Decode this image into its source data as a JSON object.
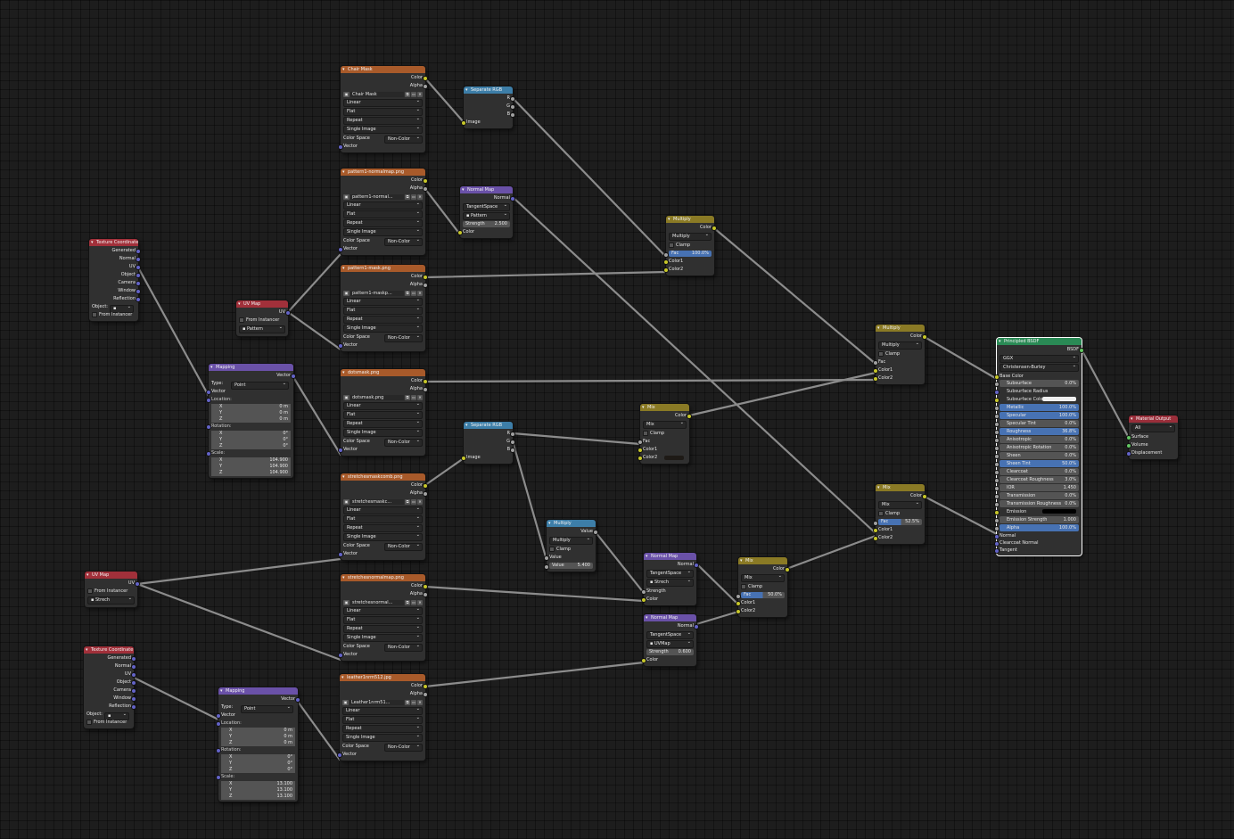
{
  "colors": {
    "input_header": "#a1303a",
    "texture_header": "#a85a2a",
    "vector_header": "#6a51a8",
    "converter_header": "#3d7ea8",
    "color_header": "#8a7a25",
    "shader_header": "#2a8a55",
    "output_header": "#9a2e3a",
    "link": "#8c8c8c"
  },
  "nodes": {
    "chair_mask": {
      "title": "Chair Mask",
      "out_color": "Color",
      "out_alpha": "Alpha",
      "image": "Chair Mask",
      "interp": "Linear",
      "proj": "Flat",
      "ext": "Repeat",
      "source": "Single Image",
      "cs_label": "Color Space",
      "cs_value": "Non-Color",
      "in_vector": "Vector"
    },
    "pattern_normal": {
      "title": "pattern1-normalmap.png",
      "out_color": "Color",
      "out_alpha": "Alpha",
      "image": "pattern1-normal...",
      "interp": "Linear",
      "proj": "Flat",
      "ext": "Repeat",
      "source": "Single Image",
      "cs_label": "Color Space",
      "cs_value": "Non-Color",
      "in_vector": "Vector"
    },
    "pattern_mask": {
      "title": "pattern1-mask.png",
      "out_color": "Color",
      "out_alpha": "Alpha",
      "image": "pattern1-maskp...",
      "interp": "Linear",
      "proj": "Flat",
      "ext": "Repeat",
      "source": "Single Image",
      "cs_label": "Color Space",
      "cs_value": "Non-Color",
      "in_vector": "Vector"
    },
    "dots_mask": {
      "title": "dotsmask.png",
      "out_color": "Color",
      "out_alpha": "Alpha",
      "image": "dotsmask.png",
      "interp": "Linear",
      "proj": "Flat",
      "ext": "Repeat",
      "source": "Single Image",
      "cs_label": "Color Space",
      "cs_value": "Non-Color",
      "in_vector": "Vector"
    },
    "stretches_mask": {
      "title": "stretchesmaskcomb.png",
      "out_color": "Color",
      "out_alpha": "Alpha",
      "image": "stretchesmaskc...",
      "interp": "Linear",
      "proj": "Flat",
      "ext": "Repeat",
      "source": "Single Image",
      "cs_label": "Color Space",
      "cs_value": "Non-Color",
      "in_vector": "Vector"
    },
    "stretches_normal": {
      "title": "stretchesnormalmap.png",
      "out_color": "Color",
      "out_alpha": "Alpha",
      "image": "stretchesnormal...",
      "interp": "Linear",
      "proj": "Flat",
      "ext": "Repeat",
      "source": "Single Image",
      "cs_label": "Color Space",
      "cs_value": "Non-Color",
      "in_vector": "Vector"
    },
    "leather": {
      "title": "leather1nrm512.jpg",
      "out_color": "Color",
      "out_alpha": "Alpha",
      "image": "Leather1nrm51...",
      "interp": "Linear",
      "proj": "Flat",
      "ext": "Repeat",
      "source": "Single Image",
      "cs_label": "Color Space",
      "cs_value": "Non-Color",
      "in_vector": "Vector"
    },
    "sep_rgb_1": {
      "title": "Separate RGB",
      "r": "R",
      "g": "G",
      "b": "B",
      "image": "Image"
    },
    "sep_rgb_2": {
      "title": "Separate RGB",
      "r": "R",
      "g": "G",
      "b": "B",
      "image": "Image"
    },
    "normal_map_1": {
      "title": "Normal Map",
      "out": "Normal",
      "space": "TangentSpace",
      "uv": "Pattern",
      "strength_label": "Strength",
      "strength": "2.500",
      "in_color": "Color"
    },
    "normal_map_2": {
      "title": "Normal Map",
      "out": "Normal",
      "space": "TangentSpace",
      "uv": "Strech",
      "strength_label": "Strength",
      "in_color": "Color"
    },
    "normal_map_3": {
      "title": "Normal Map",
      "out": "Normal",
      "space": "TangentSpace",
      "uv": "UVMap",
      "strength_label": "Strength",
      "strength": "0.600",
      "in_color": "Color"
    },
    "tex_coord_1": {
      "title": "Texture Coordinate",
      "outs": [
        "Generated",
        "Normal",
        "UV",
        "Object",
        "Camera",
        "Window",
        "Reflection"
      ],
      "object_label": "Object:",
      "from_instancer": "From Instancer"
    },
    "tex_coord_2": {
      "title": "Texture Coordinate",
      "outs": [
        "Generated",
        "Normal",
        "UV",
        "Object",
        "Camera",
        "Window",
        "Reflection"
      ],
      "object_label": "Object:",
      "from_instancer": "From Instancer"
    },
    "uv_map_1": {
      "title": "UV Map",
      "out": "UV",
      "from_instancer": "From Instancer",
      "uv": "Pattern"
    },
    "uv_map_2": {
      "title": "UV Map",
      "out": "UV",
      "from_instancer": "From Instancer",
      "uv": "Strech"
    },
    "mapping_1": {
      "title": "Mapping",
      "out": "Vector",
      "type_label": "Type:",
      "type": "Point",
      "in_vector": "Vector",
      "location": "Location:",
      "rotation": "Rotation:",
      "scale": "Scale:",
      "loc": [
        "0 m",
        "0 m",
        "0 m"
      ],
      "rot": [
        "0°",
        "0°",
        "0°"
      ],
      "scl": [
        "104.900",
        "104.900",
        "104.900"
      ],
      "axes": [
        "X",
        "Y",
        "Z"
      ]
    },
    "mapping_2": {
      "title": "Mapping",
      "out": "Vector",
      "type_label": "Type:",
      "type": "Point",
      "in_vector": "Vector",
      "location": "Location:",
      "rotation": "Rotation:",
      "scale": "Scale:",
      "loc": [
        "0 m",
        "0 m",
        "0 m"
      ],
      "rot": [
        "0°",
        "0°",
        "0°"
      ],
      "scl": [
        "13.100",
        "13.100",
        "13.100"
      ],
      "axes": [
        "X",
        "Y",
        "Z"
      ]
    },
    "multiply_1": {
      "title": "Multiply",
      "out": "Color",
      "mode": "Multiply",
      "clamp": "Clamp",
      "fac": "Fac",
      "fac_value": "100.0%",
      "c1": "Color1",
      "c2": "Color2"
    },
    "multiply_2": {
      "title": "Multiply",
      "out": "Color",
      "mode": "Multiply",
      "clamp": "Clamp",
      "fac": "Fac",
      "c1": "Color1",
      "c2": "Color2"
    },
    "math_multiply": {
      "title": "Multiply",
      "out": "Value",
      "mode": "Multiply",
      "clamp": "Clamp",
      "in_value": "Value",
      "value_label": "Value",
      "value": "5.400"
    },
    "mix_1": {
      "title": "Mix",
      "out": "Color",
      "mode": "Mix",
      "clamp": "Clamp",
      "fac": "Fac",
      "c1": "Color1",
      "c2": "Color2"
    },
    "mix_2": {
      "title": "Mix",
      "out": "Color",
      "mode": "Mix",
      "clamp": "Clamp",
      "fac": "Fac",
      "fac_value": "52.5%",
      "c1": "Color1",
      "c2": "Color2"
    },
    "mix_3": {
      "title": "Mix",
      "out": "Color",
      "mode": "Mix",
      "clamp": "Clamp",
      "fac": "Fac",
      "fac_value": "50.0%",
      "c1": "Color1",
      "c2": "Color2"
    },
    "principled": {
      "title": "Principled BSDF",
      "out": "BSDF",
      "dist": "GGX",
      "sss_method": "Christensen-Burley",
      "base_color": "Base Color",
      "rows": [
        {
          "label": "Subsurface",
          "value": "0.0%"
        },
        {
          "label": "Subsurface Radius",
          "value": ""
        },
        {
          "label": "Subsurface Color",
          "value": ""
        },
        {
          "label": "Metallic",
          "value": "100.0%",
          "blue": true
        },
        {
          "label": "Specular",
          "value": "100.0%",
          "blue": true
        },
        {
          "label": "Specular Tint",
          "value": "0.0%"
        },
        {
          "label": "Roughness",
          "value": "36.8%",
          "blue": true
        },
        {
          "label": "Anisotropic",
          "value": "0.0%"
        },
        {
          "label": "Anisotropic Rotation",
          "value": "0.0%"
        },
        {
          "label": "Sheen",
          "value": "0.0%"
        },
        {
          "label": "Sheen Tint",
          "value": "50.0%",
          "blue": true
        },
        {
          "label": "Clearcoat",
          "value": "0.0%"
        },
        {
          "label": "Clearcoat Roughness",
          "value": "3.0%"
        },
        {
          "label": "IOR",
          "value": "1.450"
        },
        {
          "label": "Transmission",
          "value": "0.0%"
        },
        {
          "label": "Transmission Roughness",
          "value": "0.0%"
        },
        {
          "label": "Emission",
          "value": ""
        },
        {
          "label": "Emission Strength",
          "value": "1.000"
        },
        {
          "label": "Alpha",
          "value": "100.0%",
          "blue": true
        }
      ],
      "normal": "Normal",
      "clearcoat_normal": "Clearcoat Normal",
      "tangent": "Tangent"
    },
    "material_output": {
      "title": "Material Output",
      "target": "All",
      "surface": "Surface",
      "volume": "Volume",
      "displacement": "Displacement"
    }
  }
}
